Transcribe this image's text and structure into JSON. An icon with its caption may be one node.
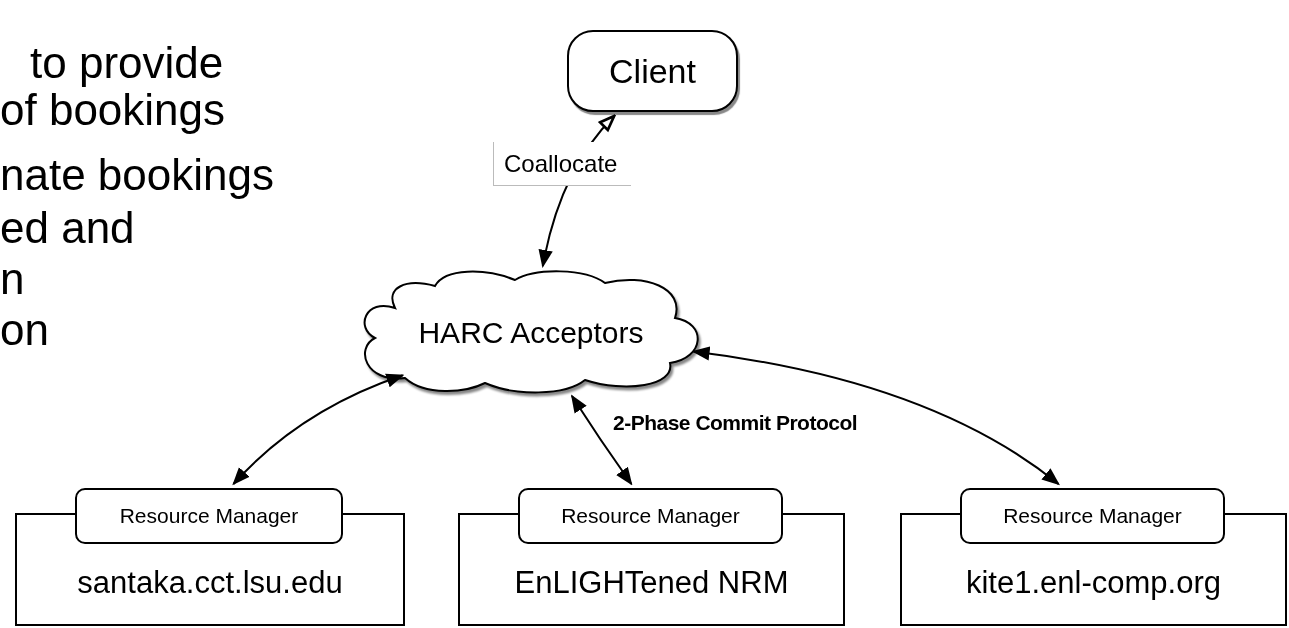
{
  "diagram": {
    "nodes": [
      {
        "text": [
          "Client"
        ]
      },
      {
        "text": [
          "HARC Acceptors"
        ]
      },
      {
        "text": [
          "Resource Manager",
          "santaka.cct.lsu.edu"
        ]
      },
      {
        "text": [
          "Resource Manager",
          "EnLIGHTened NRM"
        ]
      },
      {
        "text": [
          "Resource Manager",
          "kite1.enl-comp.org"
        ]
      }
    ],
    "edges": [
      {
        "from": 0,
        "to": 1,
        "arrow": "both",
        "label": "Coallocate"
      },
      {
        "from": 1,
        "to": 2,
        "arrow": "both"
      },
      {
        "from": 1,
        "to": 3,
        "arrow": "both",
        "label": "2-Phase Commit Protocol"
      },
      {
        "from": 1,
        "to": 4,
        "arrow": "both"
      }
    ],
    "labels": [
      "to provide",
      "of bookings",
      "nate bookings",
      "ed and",
      "n",
      "on"
    ]
  }
}
